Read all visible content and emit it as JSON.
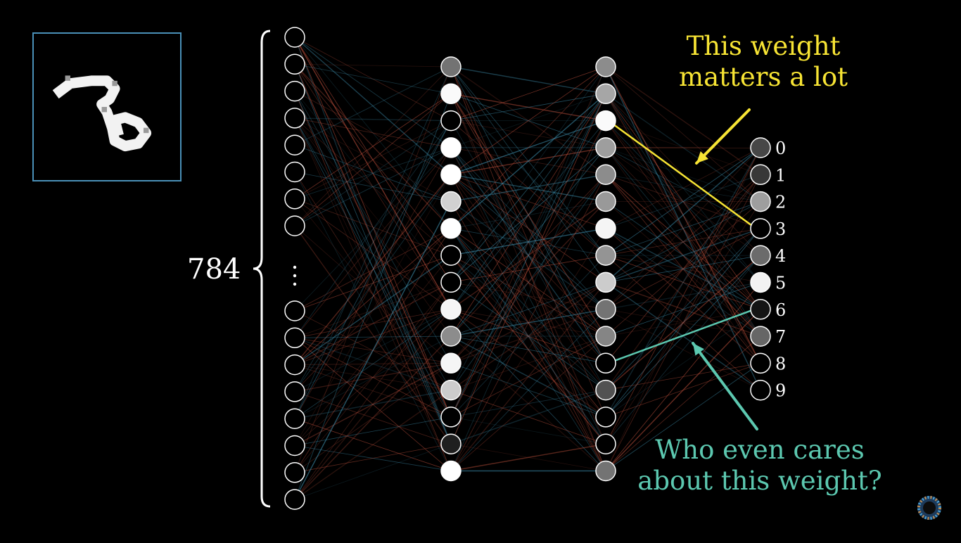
{
  "input_layer": {
    "count_label": "784",
    "dots_label": "⋮"
  },
  "layers": {
    "hidden1_activations": [
      0.45,
      0.98,
      0.0,
      1.0,
      1.0,
      0.82,
      1.0,
      0.0,
      0.0,
      0.96,
      0.55,
      0.96,
      0.8,
      0.0,
      0.12,
      1.0
    ],
    "hidden2_activations": [
      0.55,
      0.65,
      0.98,
      0.62,
      0.55,
      0.6,
      0.96,
      0.58,
      0.8,
      0.45,
      0.52,
      0.0,
      0.32,
      0.0,
      0.0,
      0.45
    ],
    "output_activations": [
      0.28,
      0.22,
      0.62,
      0.0,
      0.42,
      0.95,
      0.08,
      0.4,
      0.0,
      0.0
    ],
    "output_labels": [
      "0",
      "1",
      "2",
      "3",
      "4",
      "5",
      "6",
      "7",
      "8",
      "9"
    ]
  },
  "annotations": {
    "yellow_note": [
      "This weight",
      "matters a lot"
    ],
    "teal_note": [
      "Who even cares",
      "about this weight?"
    ]
  },
  "colors": {
    "yellow": "#f7e434",
    "teal": "#5cc8b0",
    "frame": "#4a90b8",
    "weight_red": "#c0503c",
    "weight_blue": "#3c8caa"
  }
}
